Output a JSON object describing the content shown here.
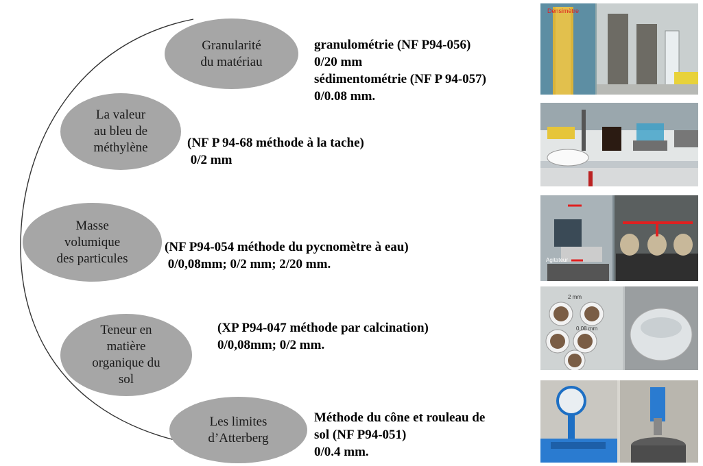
{
  "steps": [
    {
      "label": "Granularité\ndu matériau",
      "lines": [
        "granulométrie (NF P94-056)",
        "0/20 mm",
        "sédimentométrie (NF P 94-057)",
        "0/0.08 mm."
      ]
    },
    {
      "label": "La valeur\nau bleu de\nméthylène",
      "lines": [
        "(NF P 94-68  méthode à la tache)",
        " 0/2 mm"
      ]
    },
    {
      "label": "Masse\nvolumique\ndes particules",
      "lines": [
        "(NF P94-054 méthode du pycnomètre à eau)",
        " 0/0,08mm; 0/2 mm; 2/20 mm."
      ]
    },
    {
      "label": "Teneur en\nmatière\norganique du\nsol",
      "lines": [
        "(XP P94-047  méthode par calcination)",
        "0/0,08mm; 0/2 mm."
      ]
    },
    {
      "label": "Les limites\nd’Atterberg",
      "lines": [
        "Méthode du cône et rouleau de",
        "sol (NF P94-051)",
        "0/0.4 mm."
      ]
    }
  ],
  "photo_labels": {
    "densimetre": "Densimètre",
    "agitateur": "Agitateur",
    "mm2": "2 mm",
    "mm008": "0.08 mm"
  },
  "colors": {
    "ellipse": "#a6a6a6",
    "arc": "#333333",
    "annotation": "#e02020"
  }
}
